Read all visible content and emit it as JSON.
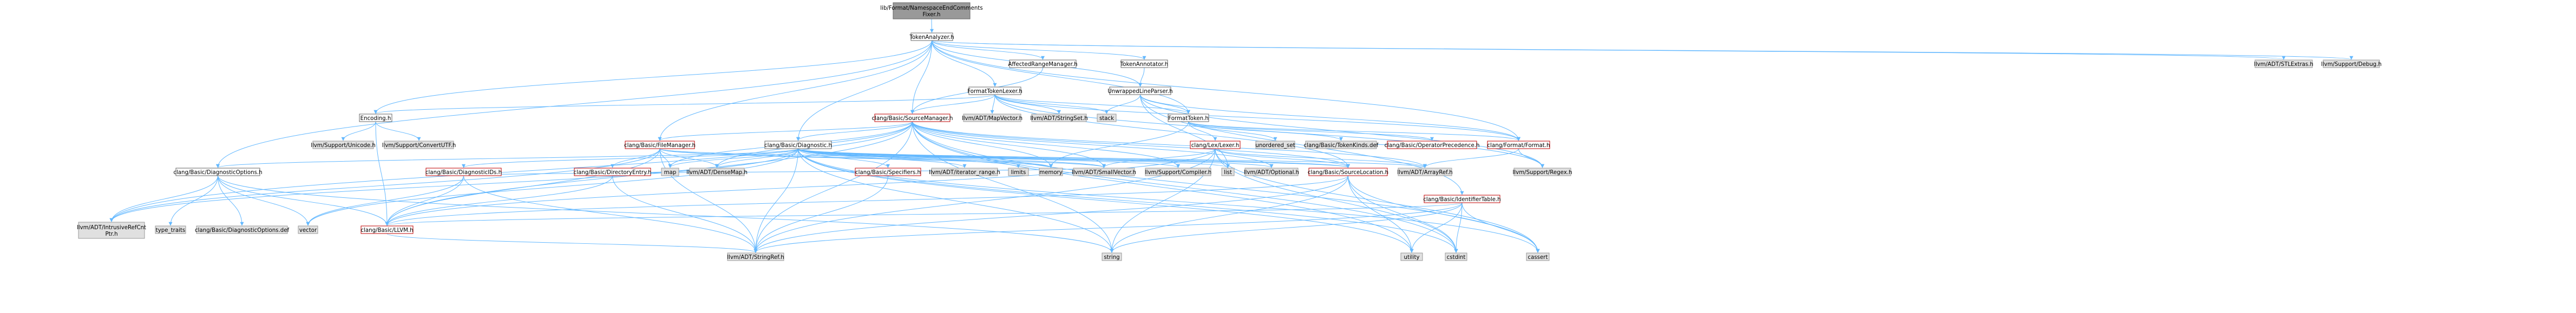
{
  "colors": {
    "edge": "#63b8ff",
    "root_fill": "#999999",
    "linked_fill": "#ffffff",
    "external_fill": "#e0e0e0",
    "broken_border": "#bf0000"
  },
  "nodes": [
    {
      "id": "root",
      "label": "lib/Format/NamespaceEndComments\nFixer.h",
      "kind": "root"
    },
    {
      "id": "tokenanalyzer",
      "label": "TokenAnalyzer.h",
      "kind": "link"
    },
    {
      "id": "affectedrange",
      "label": "AffectedRangeManager.h",
      "kind": "link"
    },
    {
      "id": "tokenannotator",
      "label": "TokenAnnotator.h",
      "kind": "link"
    },
    {
      "id": "stlextras",
      "label": "llvm/ADT/STLExtras.h",
      "kind": "plain"
    },
    {
      "id": "debug",
      "label": "llvm/Support/Debug.h",
      "kind": "plain"
    },
    {
      "id": "formattokenlexer",
      "label": "FormatTokenLexer.h",
      "kind": "link"
    },
    {
      "id": "unwrappedlineparser",
      "label": "UnwrappedLineParser.h",
      "kind": "link"
    },
    {
      "id": "encoding",
      "label": "Encoding.h",
      "kind": "link"
    },
    {
      "id": "sourcemanager",
      "label": "clang/Basic/SourceManager.h",
      "kind": "missing"
    },
    {
      "id": "mapvector",
      "label": "llvm/ADT/MapVector.h",
      "kind": "plain"
    },
    {
      "id": "stringset",
      "label": "llvm/ADT/StringSet.h",
      "kind": "plain"
    },
    {
      "id": "stack",
      "label": "stack",
      "kind": "plain"
    },
    {
      "id": "formattoken",
      "label": "FormatToken.h",
      "kind": "link"
    },
    {
      "id": "unicode",
      "label": "llvm/Support/Unicode.h",
      "kind": "plain"
    },
    {
      "id": "convertutf",
      "label": "llvm/Support/ConvertUTF.h",
      "kind": "plain"
    },
    {
      "id": "filemanager",
      "label": "clang/Basic/FileManager.h",
      "kind": "missing"
    },
    {
      "id": "diagnostic",
      "label": "clang/Basic/Diagnostic.h",
      "kind": "link"
    },
    {
      "id": "lexer",
      "label": "clang/Lex/Lexer.h",
      "kind": "missing"
    },
    {
      "id": "unorderedset",
      "label": "unordered_set",
      "kind": "plain"
    },
    {
      "id": "tokenkindsdef",
      "label": "clang/Basic/TokenKinds.def",
      "kind": "plain"
    },
    {
      "id": "opprecedence",
      "label": "clang/Basic/OperatorPrecedence.h",
      "kind": "missing"
    },
    {
      "id": "formath",
      "label": "clang/Format/Format.h",
      "kind": "missing"
    },
    {
      "id": "regex",
      "label": "llvm/Support/Regex.h",
      "kind": "plain"
    },
    {
      "id": "diagoptions",
      "label": "clang/Basic/DiagnosticOptions.h",
      "kind": "link"
    },
    {
      "id": "diagids",
      "label": "clang/Basic/DiagnosticIDs.h",
      "kind": "missing"
    },
    {
      "id": "direntry",
      "label": "clang/Basic/DirectoryEntry.h",
      "kind": "missing"
    },
    {
      "id": "map",
      "label": "map",
      "kind": "plain"
    },
    {
      "id": "densemap",
      "label": "llvm/ADT/DenseMap.h",
      "kind": "plain"
    },
    {
      "id": "specifiers",
      "label": "clang/Basic/Specifiers.h",
      "kind": "missing"
    },
    {
      "id": "iterrange",
      "label": "llvm/ADT/iterator_range.h",
      "kind": "plain"
    },
    {
      "id": "limits",
      "label": "limits",
      "kind": "plain"
    },
    {
      "id": "memory",
      "label": "memory",
      "kind": "plain"
    },
    {
      "id": "smallvector",
      "label": "llvm/ADT/SmallVector.h",
      "kind": "plain"
    },
    {
      "id": "compiler",
      "label": "llvm/Support/Compiler.h",
      "kind": "plain"
    },
    {
      "id": "list",
      "label": "list",
      "kind": "plain"
    },
    {
      "id": "optional",
      "label": "llvm/ADT/Optional.h",
      "kind": "plain"
    },
    {
      "id": "sourcelocation",
      "label": "clang/Basic/SourceLocation.h",
      "kind": "missing"
    },
    {
      "id": "arrayref",
      "label": "llvm/ADT/ArrayRef.h",
      "kind": "plain"
    },
    {
      "id": "identifiertable",
      "label": "clang/Basic/IdentifierTable.h",
      "kind": "missing"
    },
    {
      "id": "intrusiverefcnt",
      "label": "llvm/ADT/IntrusiveRefCnt\nPtr.h",
      "kind": "plain"
    },
    {
      "id": "typetraits",
      "label": "type_traits",
      "kind": "plain"
    },
    {
      "id": "diagoptionsdef",
      "label": "clang/Basic/DiagnosticOptions.def",
      "kind": "plain"
    },
    {
      "id": "vector",
      "label": "vector",
      "kind": "plain"
    },
    {
      "id": "llvmh",
      "label": "clang/Basic/LLVM.h",
      "kind": "missing"
    },
    {
      "id": "stringref",
      "label": "llvm/ADT/StringRef.h",
      "kind": "plain"
    },
    {
      "id": "string",
      "label": "string",
      "kind": "plain"
    },
    {
      "id": "utility",
      "label": "utility",
      "kind": "plain"
    },
    {
      "id": "cstdint",
      "label": "cstdint",
      "kind": "plain"
    },
    {
      "id": "cassert",
      "label": "cassert",
      "kind": "plain"
    }
  ],
  "edges": [
    [
      "root",
      "tokenanalyzer"
    ],
    [
      "tokenanalyzer",
      "affectedrange"
    ],
    [
      "tokenanalyzer",
      "tokenannotator"
    ],
    [
      "tokenanalyzer",
      "stlextras"
    ],
    [
      "tokenanalyzer",
      "debug"
    ],
    [
      "tokenanalyzer",
      "formattokenlexer"
    ],
    [
      "tokenanalyzer",
      "unwrappedlineparser"
    ],
    [
      "tokenanalyzer",
      "encoding"
    ],
    [
      "tokenanalyzer",
      "sourcemanager"
    ],
    [
      "tokenanalyzer",
      "diagnostic"
    ],
    [
      "tokenanalyzer",
      "filemanager"
    ],
    [
      "tokenanalyzer",
      "diagoptions"
    ],
    [
      "tokenanalyzer",
      "formath"
    ],
    [
      "tokenanalyzer",
      "formattoken"
    ],
    [
      "affectedrange",
      "sourcemanager"
    ],
    [
      "tokenannotator",
      "unwrappedlineparser"
    ],
    [
      "unwrappedlineparser",
      "formattoken"
    ],
    [
      "unwrappedlineparser",
      "stack"
    ],
    [
      "unwrappedlineparser",
      "formath"
    ],
    [
      "unwrappedlineparser",
      "identifiertable"
    ],
    [
      "unwrappedlineparser",
      "regex"
    ],
    [
      "unwrappedlineparser",
      "list"
    ],
    [
      "formattokenlexer",
      "encoding"
    ],
    [
      "formattokenlexer",
      "formattoken"
    ],
    [
      "formattokenlexer",
      "sourcemanager"
    ],
    [
      "formattokenlexer",
      "mapvector"
    ],
    [
      "formattokenlexer",
      "stringset"
    ],
    [
      "formattokenlexer",
      "stack"
    ],
    [
      "formattokenlexer",
      "sourcelocation"
    ],
    [
      "formattokenlexer",
      "formath"
    ],
    [
      "formattokenlexer",
      "regex"
    ],
    [
      "encoding",
      "unicode"
    ],
    [
      "encoding",
      "convertutf"
    ],
    [
      "encoding",
      "llvmh"
    ],
    [
      "formattoken",
      "tokenkindsdef"
    ],
    [
      "formattoken",
      "opprecedence"
    ],
    [
      "formattoken",
      "formath"
    ],
    [
      "formattoken",
      "lexer"
    ],
    [
      "formattoken",
      "memory"
    ],
    [
      "formattoken",
      "unorderedset"
    ],
    [
      "sourcemanager",
      "diagnostic"
    ],
    [
      "sourcemanager",
      "filemanager"
    ],
    [
      "sourcemanager",
      "sourcelocation"
    ],
    [
      "sourcemanager",
      "llvmh"
    ],
    [
      "sourcemanager",
      "densemap"
    ],
    [
      "sourcemanager",
      "smallvector"
    ],
    [
      "sourcemanager",
      "compiler"
    ],
    [
      "sourcemanager",
      "arrayref"
    ],
    [
      "sourcemanager",
      "optional"
    ],
    [
      "sourcemanager",
      "intrusiverefcnt"
    ],
    [
      "sourcemanager",
      "stringref"
    ],
    [
      "sourcemanager",
      "map"
    ],
    [
      "sourcemanager",
      "memory"
    ],
    [
      "sourcemanager",
      "string"
    ],
    [
      "sourcemanager",
      "utility"
    ],
    [
      "sourcemanager",
      "cstdint"
    ],
    [
      "sourcemanager",
      "cassert"
    ],
    [
      "filemanager",
      "direntry"
    ],
    [
      "filemanager",
      "llvmh"
    ],
    [
      "filemanager",
      "densemap"
    ],
    [
      "filemanager",
      "smallvector"
    ],
    [
      "filemanager",
      "intrusiverefcnt"
    ],
    [
      "filemanager",
      "stringref"
    ],
    [
      "filemanager",
      "map"
    ],
    [
      "filemanager",
      "memory"
    ],
    [
      "filemanager",
      "sourcelocation"
    ],
    [
      "diagnostic",
      "diagids"
    ],
    [
      "diagnostic",
      "diagoptions"
    ],
    [
      "diagnostic",
      "sourcelocation"
    ],
    [
      "diagnostic",
      "specifiers"
    ],
    [
      "diagnostic",
      "arrayref"
    ],
    [
      "diagnostic",
      "densemap"
    ],
    [
      "diagnostic",
      "intrusiverefcnt"
    ],
    [
      "diagnostic",
      "optional"
    ],
    [
      "diagnostic",
      "smallvector"
    ],
    [
      "diagnostic",
      "stringref"
    ],
    [
      "diagnostic",
      "iterrange"
    ],
    [
      "diagnostic",
      "compiler"
    ],
    [
      "diagnostic",
      "cassert"
    ],
    [
      "diagnostic",
      "cstdint"
    ],
    [
      "diagnostic",
      "limits"
    ],
    [
      "diagnostic",
      "list"
    ],
    [
      "diagnostic",
      "map"
    ],
    [
      "diagnostic",
      "memory"
    ],
    [
      "diagnostic",
      "string"
    ],
    [
      "diagnostic",
      "type_traits"
    ],
    [
      "diagnostic",
      "utility"
    ],
    [
      "diagnostic",
      "vector"
    ],
    [
      "lexer",
      "sourcelocation"
    ],
    [
      "lexer",
      "llvmh"
    ],
    [
      "lexer",
      "stringref"
    ],
    [
      "lexer",
      "cassert"
    ],
    [
      "lexer",
      "cstdint"
    ],
    [
      "lexer",
      "string"
    ],
    [
      "lexer",
      "smallvector"
    ],
    [
      "lexer",
      "arrayref"
    ],
    [
      "opprecedence",
      "tokenkindsdef"
    ],
    [
      "formath",
      "regex"
    ],
    [
      "formath",
      "arrayref"
    ],
    [
      "diagoptions",
      "llvmh"
    ],
    [
      "diagoptions",
      "intrusiverefcnt"
    ],
    [
      "diagoptions",
      "string"
    ],
    [
      "diagoptions",
      "typetraits"
    ],
    [
      "diagoptions",
      "vector"
    ],
    [
      "diagoptions",
      "diagoptionsdef"
    ],
    [
      "diagids",
      "llvmh"
    ],
    [
      "diagids",
      "smallvector"
    ],
    [
      "diagids",
      "stringref"
    ],
    [
      "diagids",
      "vector"
    ],
    [
      "direntry",
      "llvmh"
    ],
    [
      "direntry",
      "densemap"
    ],
    [
      "direntry",
      "stringref"
    ],
    [
      "specifiers",
      "stringref"
    ],
    [
      "sourcelocation",
      "llvmh"
    ],
    [
      "sourcelocation",
      "stringref"
    ],
    [
      "sourcelocation",
      "cassert"
    ],
    [
      "sourcelocation",
      "cstdint"
    ],
    [
      "sourcelocation",
      "string"
    ],
    [
      "sourcelocation",
      "utility"
    ],
    [
      "identifiertable",
      "llvmh"
    ],
    [
      "identifiertable",
      "stringref"
    ],
    [
      "identifiertable",
      "cassert"
    ],
    [
      "identifiertable",
      "cstdint"
    ],
    [
      "identifiertable",
      "string"
    ],
    [
      "identifiertable",
      "utility"
    ],
    [
      "llvmh",
      "stringref"
    ]
  ]
}
